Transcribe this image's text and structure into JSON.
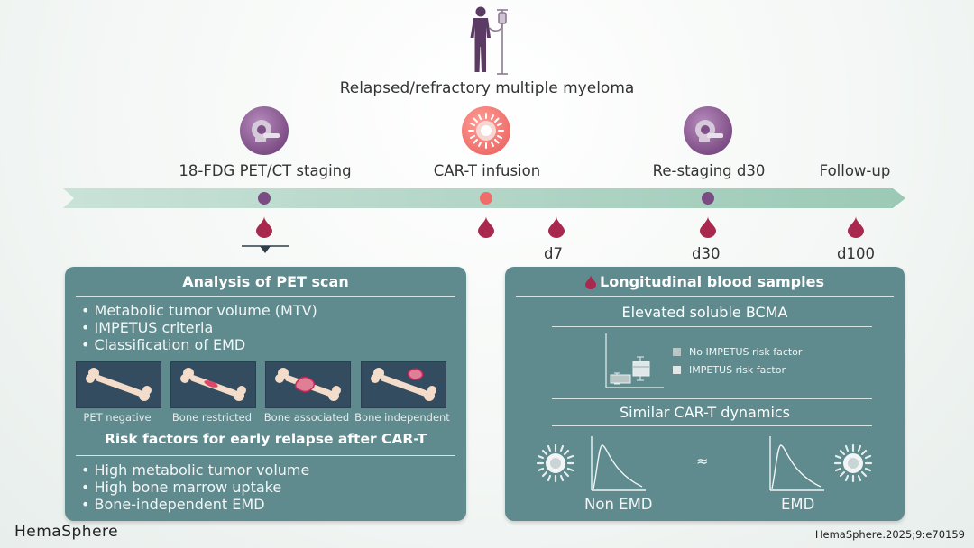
{
  "header": {
    "title": "Relapsed/refractory multiple myeloma"
  },
  "timeline": {
    "stages": [
      {
        "label": "18-FDG PET/CT staging"
      },
      {
        "label": "CAR-T infusion"
      },
      {
        "label": "Re-staging d30"
      },
      {
        "label": "Follow-up"
      }
    ],
    "days": [
      "d7",
      "d30",
      "d100"
    ]
  },
  "left_panel": {
    "title": "Analysis of PET scan",
    "bullets": [
      "• Metabolic tumor volume (MTV)",
      "• IMPETUS criteria",
      "• Classification of EMD"
    ],
    "bone_labels": [
      "PET negative",
      "Bone restricted",
      "Bone associated",
      "Bone independent"
    ],
    "subtitle": "Risk factors for early relapse after CAR-T",
    "risk_bullets": [
      "• High metabolic tumor volume",
      "• High bone marrow uptake",
      "• Bone-independent EMD"
    ]
  },
  "right_panel": {
    "title": "Longitudinal blood samples",
    "section1": "Elevated soluble BCMA",
    "legend": [
      "No IMPETUS risk factor",
      "IMPETUS risk factor"
    ],
    "section2": "Similar CAR-T dynamics",
    "approx": "≈",
    "label_left": "Non EMD",
    "label_right": "EMD"
  },
  "footer": {
    "logo": "HemaSphere",
    "citation": "HemaSphere.2025;9:e70159"
  },
  "colors": {
    "panel": "#5f8a8e",
    "timeline": "#a8cfc0",
    "drop": "#a8284e",
    "purple": "#7e4f86",
    "pink": "#ef6e6a"
  }
}
